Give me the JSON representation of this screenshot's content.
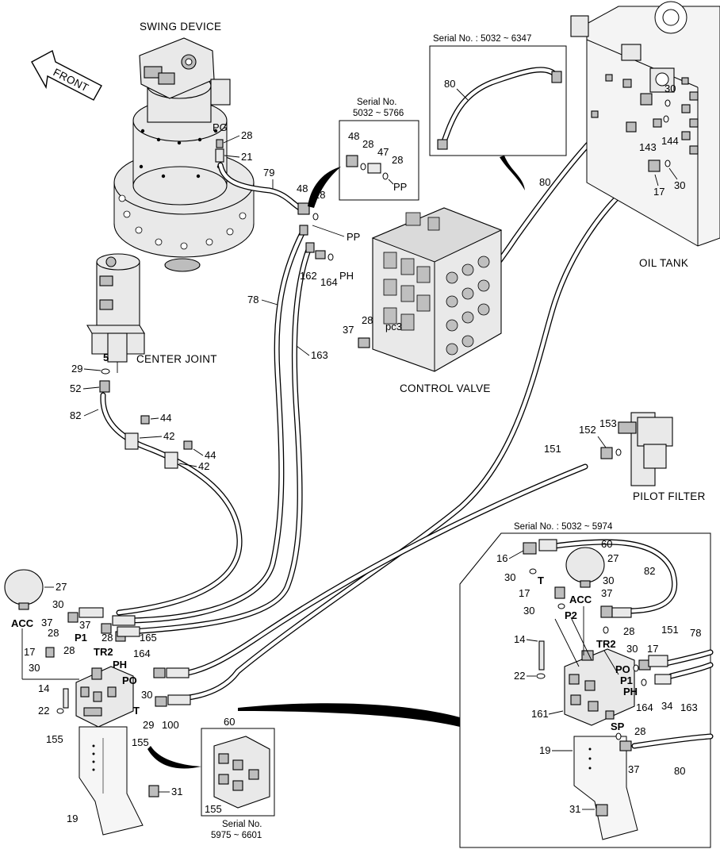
{
  "titles": {
    "swing_device": "SWING DEVICE",
    "center_joint": "CENTER JOINT",
    "control_valve": "CONTROL VALVE",
    "oil_tank": "OIL TANK",
    "pilot_filter": "PILOT FILTER",
    "front": "FRONT"
  },
  "serial_boxes": {
    "top_right": {
      "line1": "Serial No. : 5032 ~ 6347"
    },
    "middle": {
      "line1": "Serial No.",
      "line2": "5032 ~ 5766"
    },
    "inset_right": {
      "line1": "Serial No. : 5032 ~ 5974"
    },
    "bottom": {
      "line1": "Serial No.",
      "line2": "5975 ~ 6601"
    }
  },
  "port_labels": {
    "pg": "PG",
    "pp": "PP",
    "ph": "PH",
    "pc3": "pc3",
    "acc": "ACC",
    "p1": "P1",
    "tr2": "TR2",
    "po": "PO",
    "t": "T",
    "p2": "P2",
    "sp": "SP"
  },
  "part_numbers": {
    "n5": "5",
    "n14": "14",
    "n16": "16",
    "n17": "17",
    "n19": "19",
    "n21": "21",
    "n22": "22",
    "n27": "27",
    "n28": "28",
    "n29": "29",
    "n30": "30",
    "n31": "31",
    "n34": "34",
    "n37": "37",
    "n42": "42",
    "n44": "44",
    "n47": "47",
    "n48": "48",
    "n52": "52",
    "n60": "60",
    "n78": "78",
    "n79": "79",
    "n80": "80",
    "n82": "82",
    "n100": "100",
    "n143": "143",
    "n144": "144",
    "n151": "151",
    "n152": "152",
    "n153": "153",
    "n155": "155",
    "n161": "161",
    "n162": "162",
    "n163": "163",
    "n164": "164",
    "n165": "165"
  }
}
